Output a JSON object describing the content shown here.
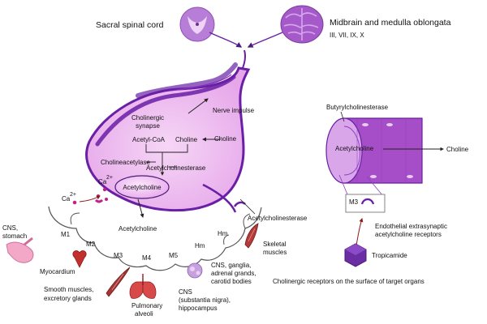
{
  "header": {
    "sacral_label": "Sacral spinal cord",
    "midbrain_label": "Midbrain and medulla oblongata",
    "cranial_nerves": "III, VII, IX, X"
  },
  "terminal": {
    "nerve_impulse": "Nerve impulse",
    "cholinergic_synapse_1": "Cholinergic",
    "cholinergic_synapse_2": "synapse",
    "acetyl_coa": "Acetyl-CoA",
    "choline_inside": "Choline",
    "choline_outside": "Choline",
    "cholineacetylase": "Cholineacetylase",
    "acetylcholinesterase_inside": "Acetylcholinesterase",
    "acetylcholine_vesicle": "Acetylcholine",
    "ca_left": "Ca",
    "ca_right": "Ca",
    "ca_charge": "2+",
    "acetylcholine_cleft": "Acetylcholine",
    "acetylcholinesterase_cleft": "Acetylcholinesterase"
  },
  "receptors": {
    "m1": "M1",
    "m2": "M2",
    "m3": "M3",
    "m4": "M4",
    "m5": "M5",
    "hm_left": "Hm",
    "hm_right": "Hm"
  },
  "targets": {
    "cns_stomach_1": "CNS,",
    "cns_stomach_2": "stomach",
    "myocardium": "Myocardium",
    "smooth_1": "Smooth muscles,",
    "smooth_2": "excretory glands",
    "pulmonary_1": "Pulmonary",
    "pulmonary_2": "alveoli",
    "cns_nigra_1": "CNS",
    "cns_nigra_2": "(substantia nigra),",
    "cns_nigra_3": "hippocampus",
    "ganglia_1": "CNS, ganglia,",
    "ganglia_2": "adrenal grands,",
    "ganglia_3": "carotid bodies",
    "skeletal_1": "Skeletal",
    "skeletal_2": "muscles"
  },
  "vessel": {
    "butyrylcholinesterase": "Butyrylcholinesterase",
    "acetylcholine": "Acetylcholine",
    "choline": "Choline",
    "m3": "M3",
    "endothelial_1": "Endothelial extrasynaptic",
    "endothelial_2": "acetylcholine receptors",
    "tropicamide": "Tropicamide",
    "caption": "Cholinergic receptors on the surface of target organs"
  },
  "colors": {
    "purple_dark": "#6a1fa5",
    "purple": "#8a3dc4",
    "purple_light": "#e9b8ec",
    "purple_mid": "#b24fd0",
    "magenta": "#c0218a",
    "red": "#c22f2f",
    "pink_organ": "#f3a8c8",
    "brain_purple": "#a65ac9"
  },
  "icons": {
    "spinal": "spinal-cord-cross-section-icon",
    "brain": "brain-icon",
    "stomach": "stomach-icon",
    "heart": "heart-icon",
    "muscle": "smooth-muscle-icon",
    "lungs": "lungs-icon",
    "ganglia": "ganglia-icon",
    "skeletal": "skeletal-muscle-icon",
    "tropicamide": "hexagon-molecule-icon"
  }
}
